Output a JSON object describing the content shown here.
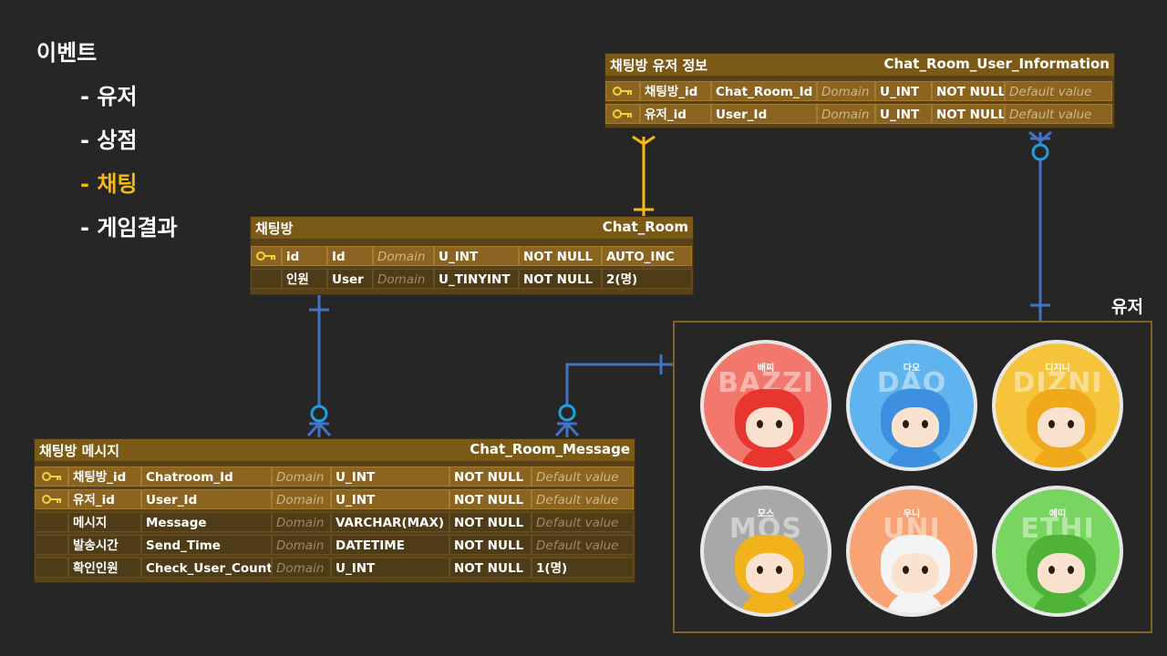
{
  "menu": {
    "title": "이벤트",
    "items": [
      {
        "label": "- 유저",
        "active": false
      },
      {
        "label": "- 상점",
        "active": false
      },
      {
        "label": "- 채팅",
        "active": true
      },
      {
        "label": "- 게임결과",
        "active": false
      }
    ]
  },
  "tables": {
    "user_info": {
      "korean_name": "채팅방 유저 정보",
      "english_name": "Chat_Room_User_Information",
      "rows": [
        {
          "pk": true,
          "cells": [
            "채팅방_id",
            "Chat_Room_Id",
            "Domain",
            "U_INT",
            "NOT NULL",
            "Default value"
          ]
        },
        {
          "pk": true,
          "cells": [
            "유저_id",
            "User_Id",
            "Domain",
            "U_INT",
            "NOT NULL",
            "Default value"
          ]
        }
      ]
    },
    "chat_room": {
      "korean_name": "채팅방",
      "english_name": "Chat_Room",
      "rows": [
        {
          "pk": true,
          "cells": [
            "id",
            "Id",
            "Domain",
            "U_INT",
            "NOT NULL",
            "AUTO_INC"
          ]
        },
        {
          "pk": false,
          "cells": [
            "인원",
            "User",
            "Domain",
            "U_TINYINT",
            "NOT NULL",
            "2(명)"
          ]
        }
      ]
    },
    "message": {
      "korean_name": "채팅방 메시지",
      "english_name": "Chat_Room_Message",
      "rows": [
        {
          "pk": true,
          "cells": [
            "채팅방_id",
            "Chatroom_Id",
            "Domain",
            "U_INT",
            "NOT NULL",
            "Default value"
          ]
        },
        {
          "pk": true,
          "cells": [
            "유저_id",
            "User_Id",
            "Domain",
            "U_INT",
            "NOT NULL",
            "Default value"
          ]
        },
        {
          "pk": false,
          "cells": [
            "메시지",
            "Message",
            "Domain",
            "VARCHAR(MAX)",
            "NOT NULL",
            "Default value"
          ]
        },
        {
          "pk": false,
          "cells": [
            "발송시간",
            "Send_Time",
            "Domain",
            "DATETIME",
            "NOT NULL",
            "Default value"
          ]
        },
        {
          "pk": false,
          "cells": [
            "확인인원",
            "Check_User_Count",
            "Domain",
            "U_INT",
            "NOT NULL",
            "1(명)"
          ]
        }
      ]
    }
  },
  "user_group": {
    "label": "유저",
    "characters": [
      {
        "name": "배찌",
        "title": "BAZZI",
        "bg": "#f2786e",
        "color": "#e8352f"
      },
      {
        "name": "다오",
        "title": "DAO",
        "bg": "#5fb3ee",
        "color": "#3d8fe0"
      },
      {
        "name": "디지니",
        "title": "DIZNI",
        "bg": "#f6c43a",
        "color": "#f0a91a"
      },
      {
        "name": "모스",
        "title": "MOS",
        "bg": "#a8a8a8",
        "color": "#f2b21c"
      },
      {
        "name": "우니",
        "title": "UNI",
        "bg": "#f7a374",
        "color": "#f4f4f4"
      },
      {
        "name": "에띠",
        "title": "ETHI",
        "bg": "#78d660",
        "color": "#4fb33a"
      }
    ]
  },
  "colors": {
    "background": "#262626",
    "accent": "#f5b915",
    "relation_blue": "#4472c4",
    "relation_yellow": "#f5b915",
    "relation_cyan": "#1da1e0",
    "table_header": "#7a5a16",
    "group_border": "#7e6325"
  },
  "icons": [
    "key-icon"
  ]
}
